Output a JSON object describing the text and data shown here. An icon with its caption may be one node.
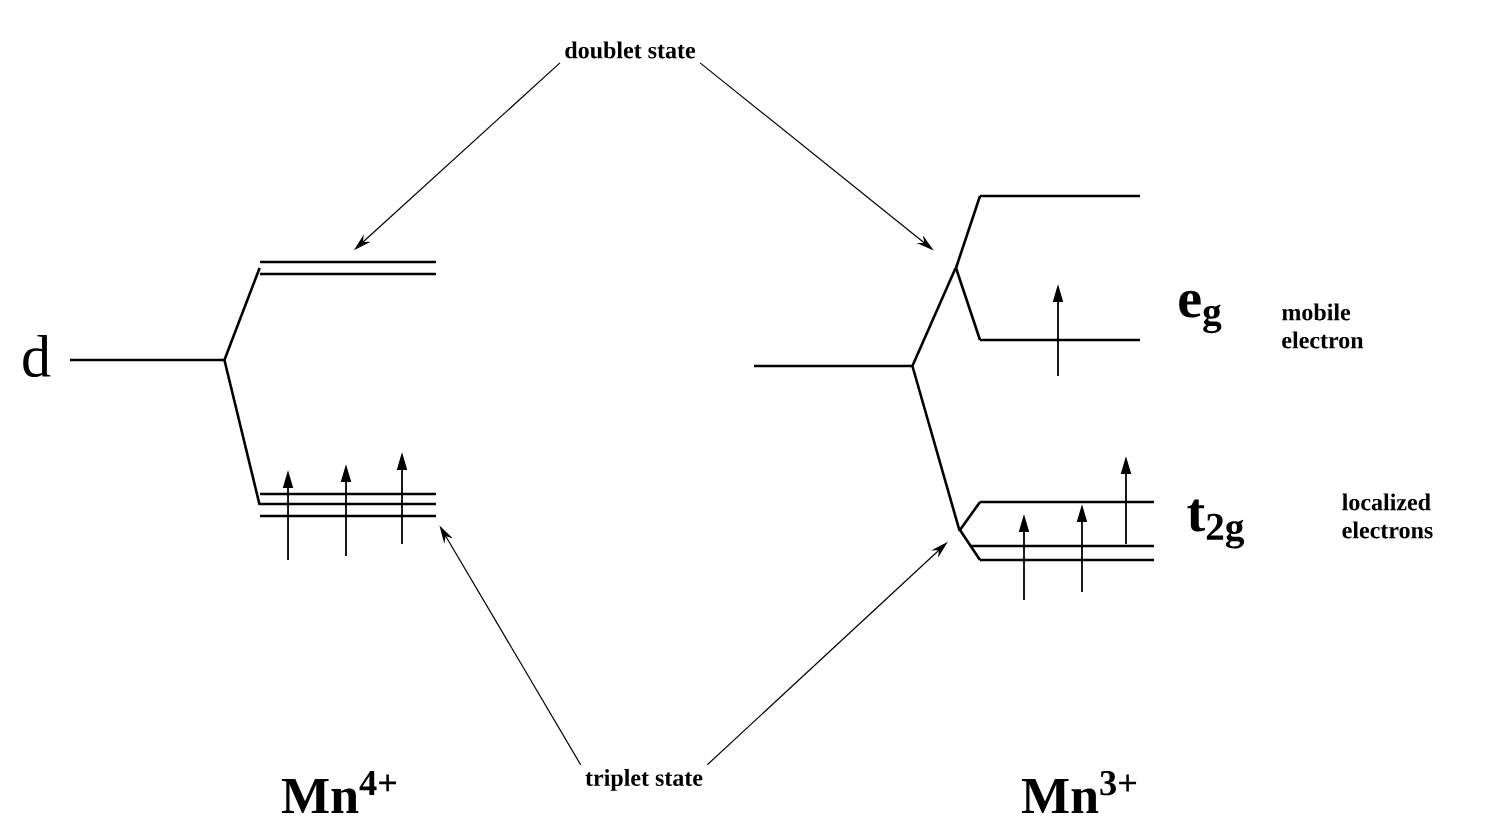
{
  "diagram": {
    "nodes": [
      {
        "text": [
          "doublet state"
        ]
      },
      {
        "text": [
          "triplet state"
        ]
      },
      {
        "text": [],
        "shape": "bar"
      },
      {
        "text": [],
        "shape": "bar"
      },
      {
        "text": [],
        "shape": "bar"
      },
      {
        "text": [],
        "shape": "bar"
      },
      {
        "text": [],
        "shape": "bar"
      },
      {
        "text": [],
        "shape": "bar"
      }
    ],
    "edges": [
      {
        "from": 0,
        "to": 2,
        "arrow": "to"
      },
      {
        "from": 0,
        "to": 3,
        "arrow": "to"
      },
      {
        "from": 1,
        "to": 4,
        "arrow": "to"
      },
      {
        "from": 1,
        "to": 5,
        "arrow": "to"
      },
      {
        "from": 6,
        "to": 2,
        "arrow": "none"
      },
      {
        "from": 6,
        "to": 4,
        "arrow": "none"
      },
      {
        "from": 7,
        "to": 3,
        "arrow": "none"
      },
      {
        "from": 7,
        "to": 5,
        "arrow": "none"
      }
    ],
    "labels": [
      "d",
      "e$_{g}$",
      "mobile electron",
      "t$_{2g}$",
      "localized electrons",
      "Mn$^{4+}$",
      "Mn$^{3+}$"
    ]
  }
}
